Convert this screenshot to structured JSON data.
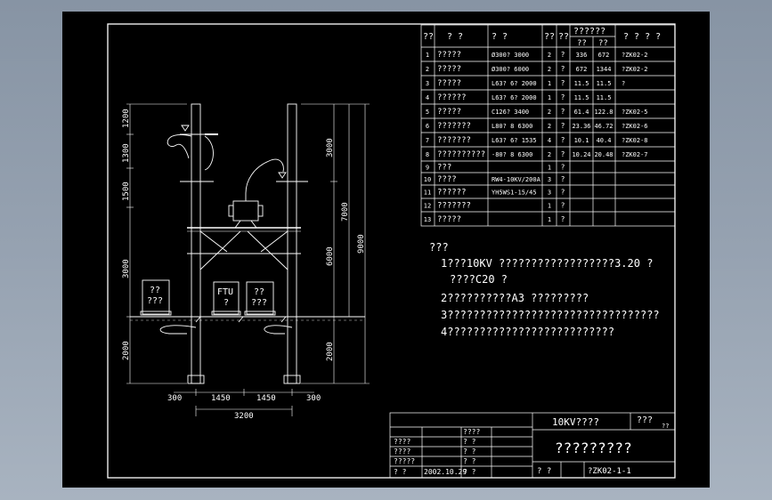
{
  "bom": {
    "headers": [
      "??",
      "?   ?",
      "?   ?",
      "??",
      "??",
      "??????",
      "?  ?  ?  ?"
    ],
    "subheaders": [
      "??",
      "??"
    ],
    "rows": [
      {
        "no": "1",
        "name": "?????",
        "spec": "Ø300? 3000",
        "qty": "2",
        "u": "?",
        "w1": "336",
        "w2": "672",
        "note": "?ZK02-2"
      },
      {
        "no": "2",
        "name": "?????",
        "spec": "Ø300? 6000",
        "qty": "2",
        "u": "?",
        "w1": "672",
        "w2": "1344",
        "note": "?ZK02-2"
      },
      {
        "no": "3",
        "name": "?????",
        "spec": "L63? 6? 2000",
        "qty": "1",
        "u": "?",
        "w1": "11.5",
        "w2": "11.5",
        "note": "?"
      },
      {
        "no": "4",
        "name": "??????",
        "spec": "L63? 6? 2000",
        "qty": "1",
        "u": "?",
        "w1": "11.5",
        "w2": "11.5",
        "note": ""
      },
      {
        "no": "5",
        "name": "?????",
        "spec": "C126? 3400",
        "qty": "2",
        "u": "?",
        "w1": "61.4",
        "w2": "122.8",
        "note": "?ZK02-5"
      },
      {
        "no": "6",
        "name": "???????",
        "spec": "L80? 8 6300",
        "qty": "2",
        "u": "?",
        "w1": "23.36",
        "w2": "46.72",
        "note": "?ZK02-6"
      },
      {
        "no": "7",
        "name": "???????",
        "spec": "L63? 6? 1535",
        "qty": "4",
        "u": "?",
        "w1": "10.1",
        "w2": "40.4",
        "note": "?ZK02-8"
      },
      {
        "no": "8",
        "name": "??????????",
        "spec": "-80? 8 6300",
        "qty": "2",
        "u": "?",
        "w1": "10.24",
        "w2": "20.48",
        "note": "?ZK02-7"
      },
      {
        "no": "9",
        "name": "???",
        "spec": "",
        "qty": "1",
        "u": "?",
        "w1": "",
        "w2": "",
        "note": ""
      },
      {
        "no": "10",
        "name": "????",
        "spec": "RW4-10KV/200A",
        "qty": "3",
        "u": "?",
        "w1": "",
        "w2": "",
        "note": ""
      },
      {
        "no": "11",
        "name": "??????",
        "spec": "YH5WS1-15/45",
        "qty": "3",
        "u": "?",
        "w1": "",
        "w2": "",
        "note": ""
      },
      {
        "no": "12",
        "name": "???????",
        "spec": "",
        "qty": "1",
        "u": "?",
        "w1": "",
        "w2": "",
        "note": ""
      },
      {
        "no": "13",
        "name": "?????",
        "spec": "",
        "qty": "1",
        "u": "?",
        "w1": "",
        "w2": "",
        "note": ""
      }
    ]
  },
  "notes": {
    "title": "???",
    "lines": [
      "1???10KV ??????????????????3.20      ?",
      "  ????C20   ?",
      "2??????????A3     ?????????",
      "3?????????????????????????????????",
      "4??????????????????????????"
    ]
  },
  "drawing": {
    "cabinet_left": [
      "??",
      "???"
    ],
    "cabinet_mid": [
      "FTU",
      "?"
    ],
    "cabinet_right": [
      "??",
      "???"
    ],
    "dims_left": [
      "1200",
      "1300",
      "1500",
      "3000",
      "2000"
    ],
    "dims_right_inner": [
      "3000",
      "6000",
      "2000"
    ],
    "dims_right_mid": "7000",
    "dims_right_outer": "9000",
    "dims_bottom": [
      "300",
      "1450",
      "1450",
      "300"
    ],
    "dims_bottom_total": "3200"
  },
  "title_block": {
    "project": "10KV????",
    "project_code": "???",
    "project_code_sub": "??",
    "drawing_name": "?????????",
    "sheet_label": "?     ?",
    "drawing_no": "?ZK02-1-1",
    "left_rows": [
      "",
      "????",
      "????",
      "?????",
      "?   ?"
    ],
    "mid_rows": [
      "????",
      "?     ?",
      "?     ?",
      "?     ?",
      "?     ?"
    ],
    "date": "2002.10.29"
  }
}
